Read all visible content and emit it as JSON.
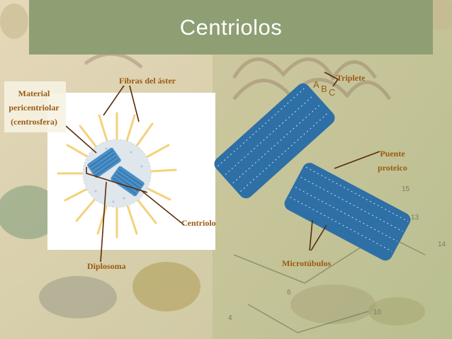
{
  "title": "Centriolos",
  "labels": {
    "material_line1": "Material",
    "material_line2": "pericentriolar",
    "material_line3": "(centrosfera)",
    "fibras": "Fibras del áster",
    "triplete": "Triplete",
    "a": "A",
    "b": "B",
    "c": "C",
    "puente_line1": "Puente",
    "puente_line2": "proteico",
    "centriolo": "Centriolo",
    "diplosoma": "Diplosoma",
    "microtubulos": "Microtúbulos"
  },
  "background_numbers": [
    "15",
    "13",
    "14",
    "6",
    "10",
    "4"
  ],
  "colors": {
    "title_bar": "#8e9f73",
    "label_text": "#9b5b13",
    "leader_line": "#5a2d0c",
    "tubule": "#3f87c2"
  }
}
